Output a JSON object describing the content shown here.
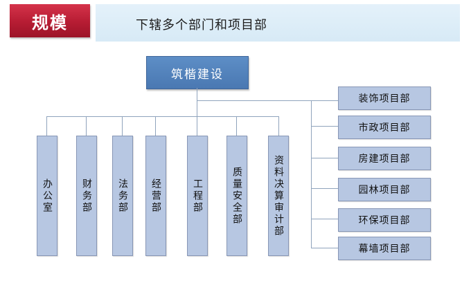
{
  "header": {
    "title": "规模",
    "subtitle": "下辖多个部门和项目部"
  },
  "org": {
    "root": "筑楷建设",
    "departments": [
      "办公室",
      "财务部",
      "法务部",
      "经营部",
      "工程部",
      "质量安全部",
      "资料决算审计部"
    ],
    "projects": [
      "装饰项目部",
      "市政项目部",
      "房建项目部",
      "园林项目部",
      "环保项目部",
      "幕墙项目部"
    ]
  },
  "colors": {
    "title_tag": "#b61c33",
    "subtitle_band": "#dcedf8",
    "root_box": "#4f7fba",
    "node_fill": "#b7c7e2",
    "connector": "#8fa3bc"
  }
}
